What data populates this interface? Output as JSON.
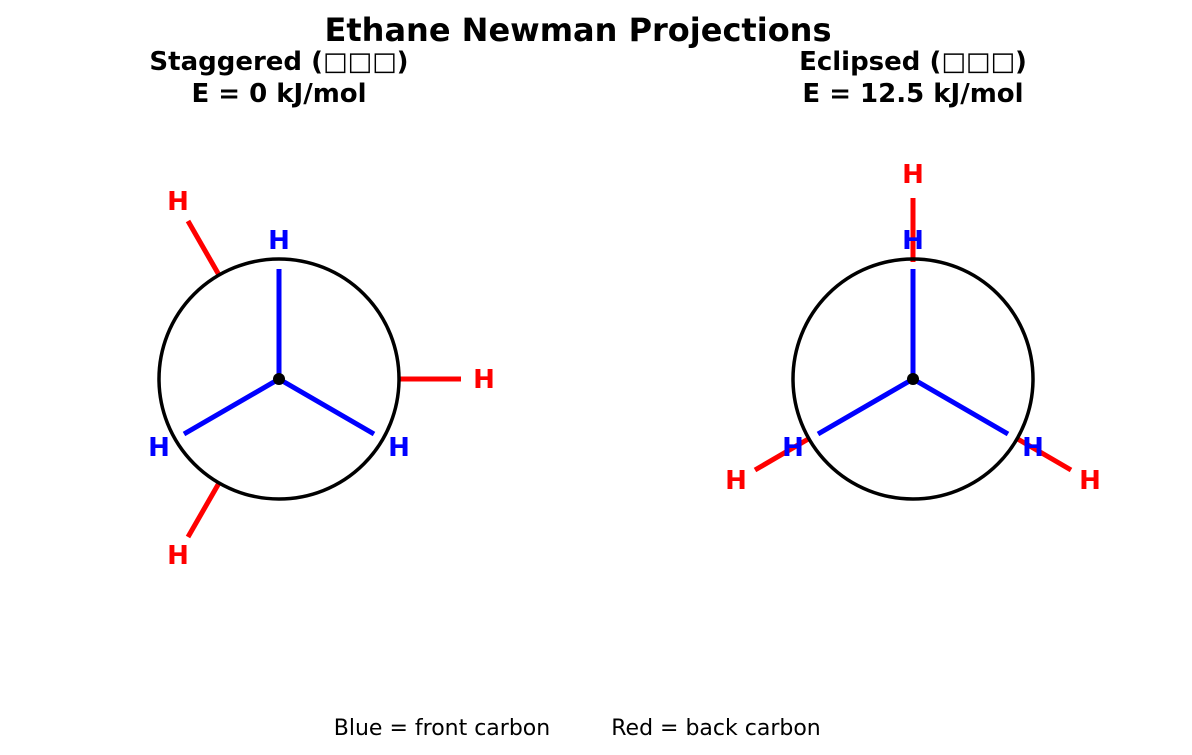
{
  "title": "Ethane Newman Projections",
  "colors": {
    "front": "#0000ff",
    "back": "#ff0000",
    "circle": "#000000"
  },
  "panels": [
    {
      "id": "staggered",
      "label": "Staggered (□□□)",
      "energy": "E = 0 kJ/mol",
      "atom_label": "H"
    },
    {
      "id": "eclipsed",
      "label": "Eclipsed (□□□)",
      "energy": "E = 12.5 kJ/mol",
      "atom_label": "H"
    }
  ],
  "legend": {
    "front": "Blue = front carbon",
    "back": "Red = back carbon"
  }
}
